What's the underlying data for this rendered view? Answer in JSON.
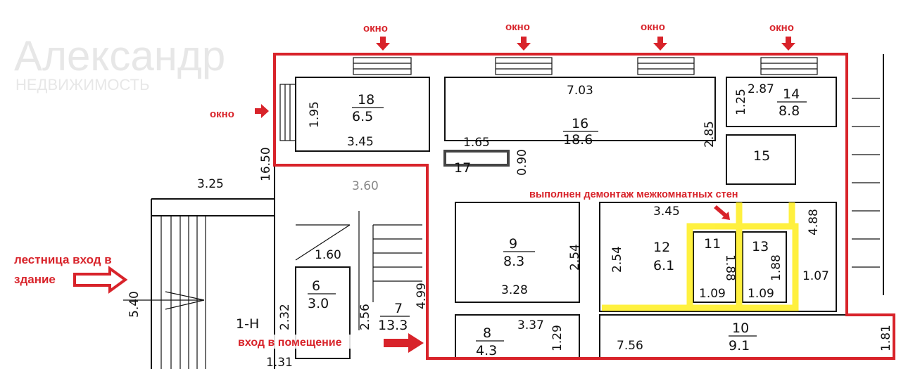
{
  "colors": {
    "outline": "#d8232a",
    "highlight": "#ffef2a",
    "line": "#111111"
  },
  "annotations": {
    "window": "окно",
    "stairs_line1": "лестница вход в",
    "stairs_line2": "здание",
    "entrance": "вход в помещение",
    "demolition": "выполнен демонтаж межкомнатных стен"
  },
  "watermark": {
    "line1": "Александр",
    "line2": "НЕДВИЖИМОСТЬ"
  },
  "rooms": [
    {
      "id": "18",
      "area": "6.5"
    },
    {
      "id": "16",
      "area": "18.6"
    },
    {
      "id": "14",
      "area": "8.8"
    },
    {
      "id": "15"
    },
    {
      "id": "17"
    },
    {
      "id": "9",
      "area": "8.3"
    },
    {
      "id": "12",
      "area": "6.1"
    },
    {
      "id": "11"
    },
    {
      "id": "13"
    },
    {
      "id": "6",
      "area": "3.0"
    },
    {
      "id": "7",
      "area": "13.3"
    },
    {
      "id": "8",
      "area": "4.3"
    },
    {
      "id": "10",
      "area": "9.1"
    },
    {
      "id": "1-H"
    }
  ],
  "dimensions": [
    "1.95",
    "3.45",
    "7.03",
    "1.65",
    "0.90",
    "2.85",
    "2.87",
    "1.25",
    "16.50",
    "3.25",
    "3.60",
    "1.60",
    "2.54",
    "3.28",
    "2.54",
    "3.45",
    "4.88",
    "1.88",
    "1.88",
    "1.09",
    "1.09",
    "1.07",
    "3.37",
    "1.29",
    "7.56",
    "1.81",
    "5.40",
    "2.32",
    "2.56",
    "4.99",
    "1.31"
  ]
}
